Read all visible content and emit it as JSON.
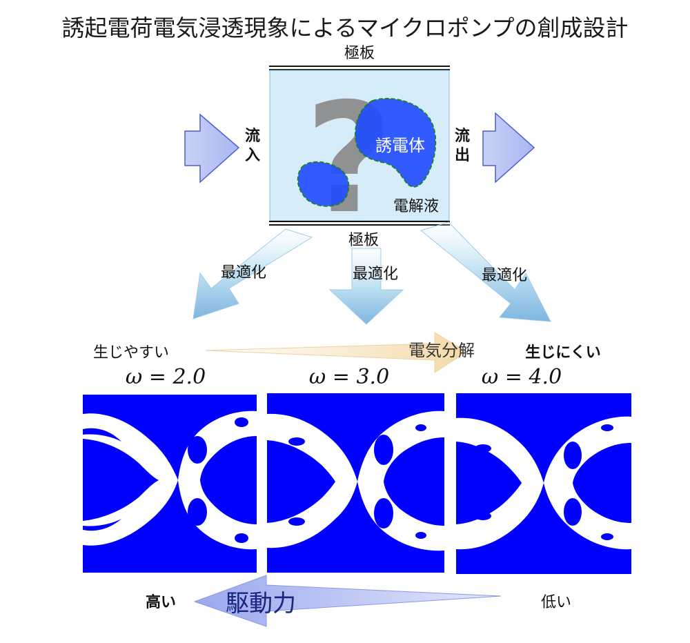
{
  "title": "誘起電荷電気浸透現象によるマイクロポンプの創成設計",
  "top_plate_label": "極板",
  "bottom_plate_label": "極板",
  "inflow_label": "流入",
  "outflow_label": "流出",
  "dielectric_label": "誘電体",
  "electrolyte_label": "電解液",
  "question_mark": "?",
  "optimize_labels": [
    "最適化",
    "最適化",
    "最適化"
  ],
  "electrolysis": {
    "left": "生じやすい",
    "arrow": "電気分解",
    "right": "生じにくい"
  },
  "omega_labels": [
    "ω = 2.0",
    "ω = 3.0",
    "ω = 4.0"
  ],
  "driving_force": {
    "high": "高い",
    "arrow": "駆動力",
    "low": "低い"
  },
  "colors": {
    "dielectric_blue": "#0000ff",
    "chamber_fill": "#d6ecf8",
    "arrow_fill": "#b7c3f0",
    "electrolysis_arrow": "#f6dfb8",
    "driving_arrow": "#aab6ee"
  }
}
